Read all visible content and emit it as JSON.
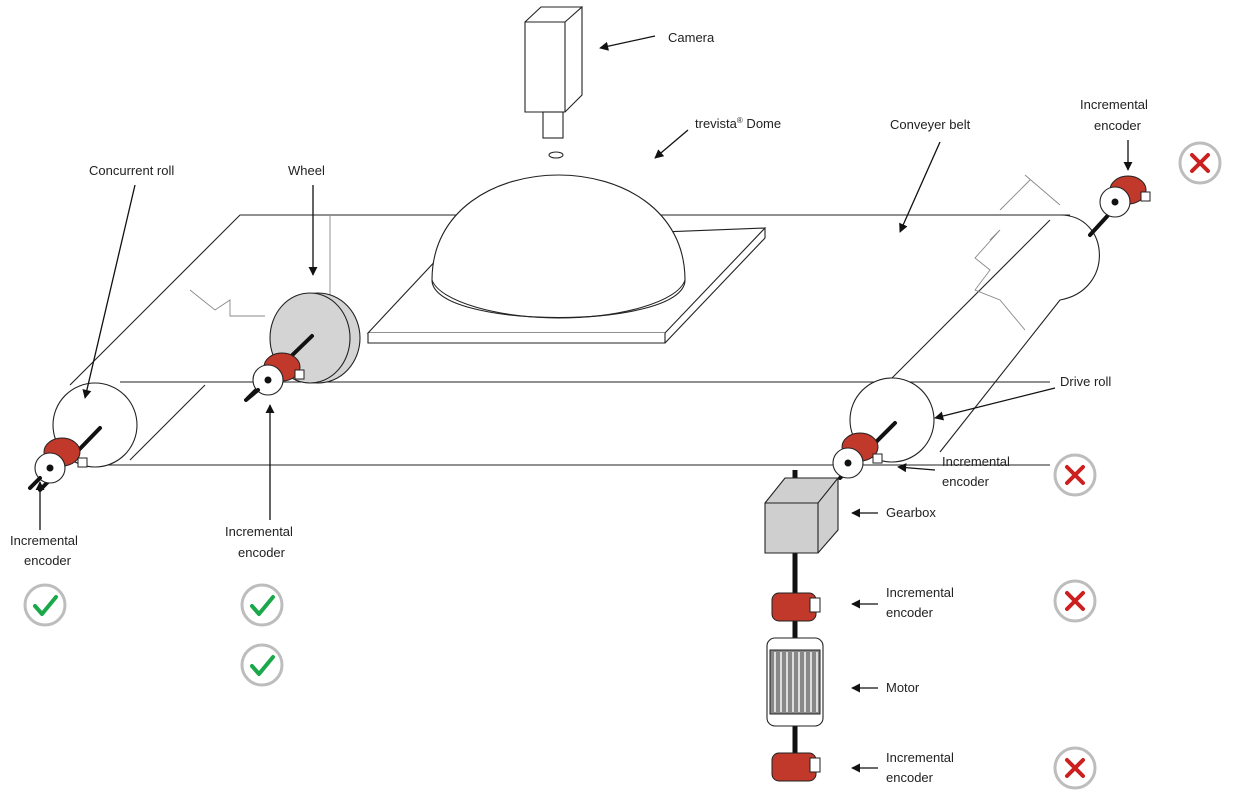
{
  "labels": {
    "camera": "Camera",
    "dome_name": "trevista",
    "dome_reg": "®",
    "dome_suffix": " Dome",
    "conveyer_belt": "Conveyer belt",
    "concurrent_roll": "Concurrent roll",
    "wheel": "Wheel",
    "drive_roll": "Drive roll",
    "gearbox": "Gearbox",
    "motor": "Motor",
    "encoder_line1": "Incremental",
    "encoder_line2": "encoder"
  },
  "status": {
    "concurrent_roll_encoder": "check",
    "wheel_encoder": "check",
    "wheel_encoder_second": "check",
    "top_right_encoder": "cross",
    "drive_roll_encoder": "cross",
    "gearbox_encoder": "cross",
    "motor_encoder": "cross"
  },
  "colors": {
    "encoder_red": "#c0392b",
    "check_green": "#1aa84a",
    "cross_red": "#cc1f1f",
    "badge_ring": "#bdbdbd",
    "wheel_gray": "#d4d4d4",
    "box_gray": "#cfcfcf"
  },
  "icons": [
    "camera-icon",
    "check-icon",
    "cross-icon"
  ]
}
